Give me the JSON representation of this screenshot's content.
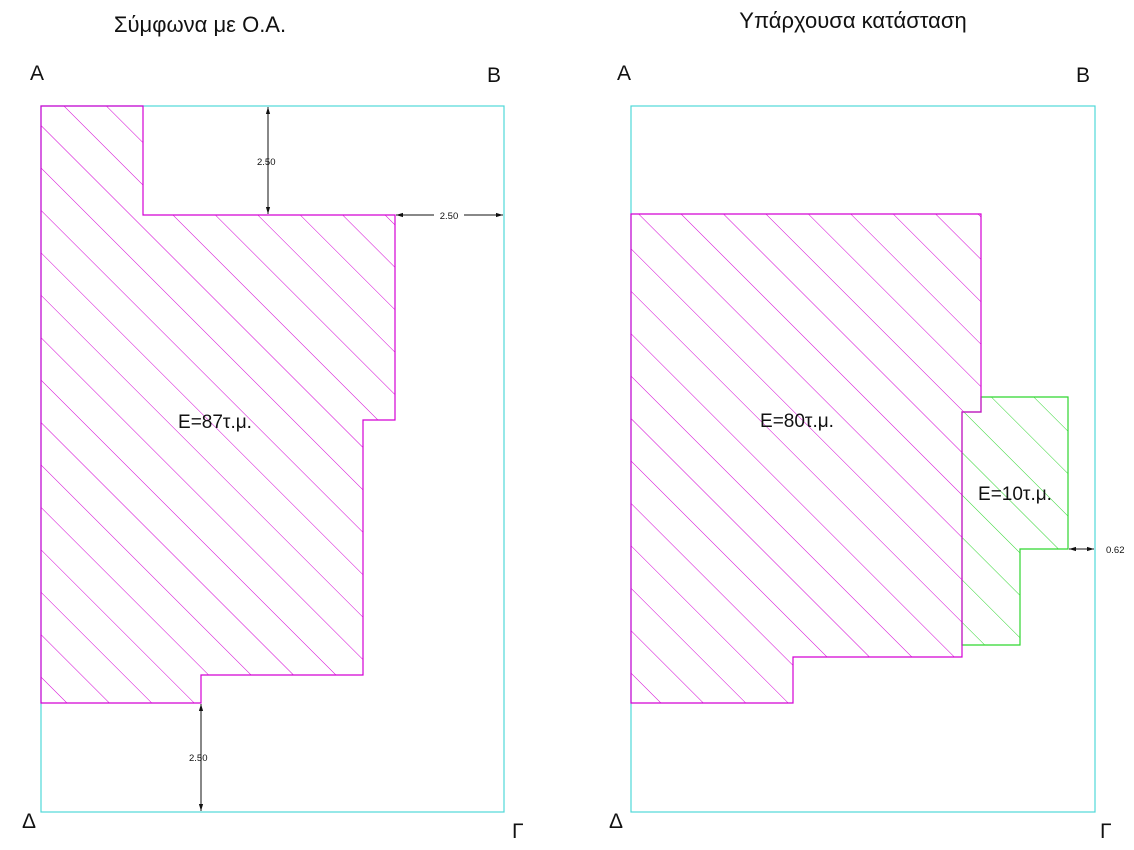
{
  "left_plan": {
    "title": "Σύμφωνα με Ο.Α.",
    "corners": {
      "a": "Α",
      "b": "Β",
      "c": "Γ",
      "d": "Δ"
    },
    "area_label": "Ε=87τ.μ.",
    "dimensions": {
      "top": "2.50",
      "right": "2.50",
      "bottom": "2.50"
    }
  },
  "right_plan": {
    "title": "Υπάρχουσα κατάσταση",
    "corners": {
      "a": "Α",
      "b": "Β",
      "c": "Γ",
      "d": "Δ"
    },
    "main_area_label": "Ε=80τ.μ.",
    "extension_area_label": "Ε=10τ.μ.",
    "dimensions": {
      "right": "0.62"
    }
  },
  "colors": {
    "plot_boundary": "#4fd8d8",
    "building": "#d400d4",
    "extension": "#2fd62f",
    "dimension": "#111111",
    "text": "#111111"
  }
}
